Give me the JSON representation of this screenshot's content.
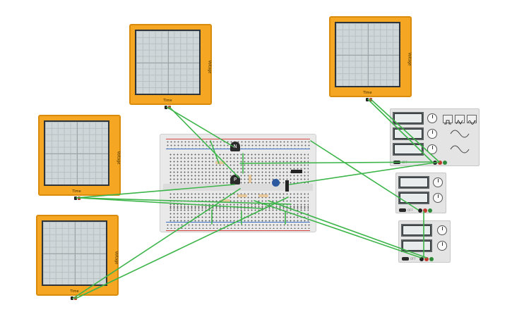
{
  "scopes": [
    {
      "id": "scope-top-left",
      "x_label": "Time",
      "y_label": "Voltage"
    },
    {
      "id": "scope-top-right",
      "x_label": "Time",
      "y_label": "Voltage"
    },
    {
      "id": "scope-mid-left",
      "x_label": "Time",
      "y_label": "Voltage"
    },
    {
      "id": "scope-bottom-left",
      "x_label": "Time",
      "y_label": "Voltage"
    }
  ],
  "transistors": {
    "npn_label": "N",
    "pnp_label": "P"
  },
  "function_generator": {
    "waveforms": [
      "square-wave-icon",
      "triangle-wave-icon",
      "sine-wave-icon"
    ],
    "off_label": "OFF"
  },
  "power_supplies": [
    {
      "off_label": "OFF"
    },
    {
      "off_label": "OFF"
    }
  ],
  "colors": {
    "wire": "#3db54a",
    "scope_frame": "#f5a623",
    "scope_screen": "#cfd6d8",
    "board": "#e9e9e9",
    "rail_red": "#d64541",
    "rail_blue": "#3a6fc4"
  }
}
